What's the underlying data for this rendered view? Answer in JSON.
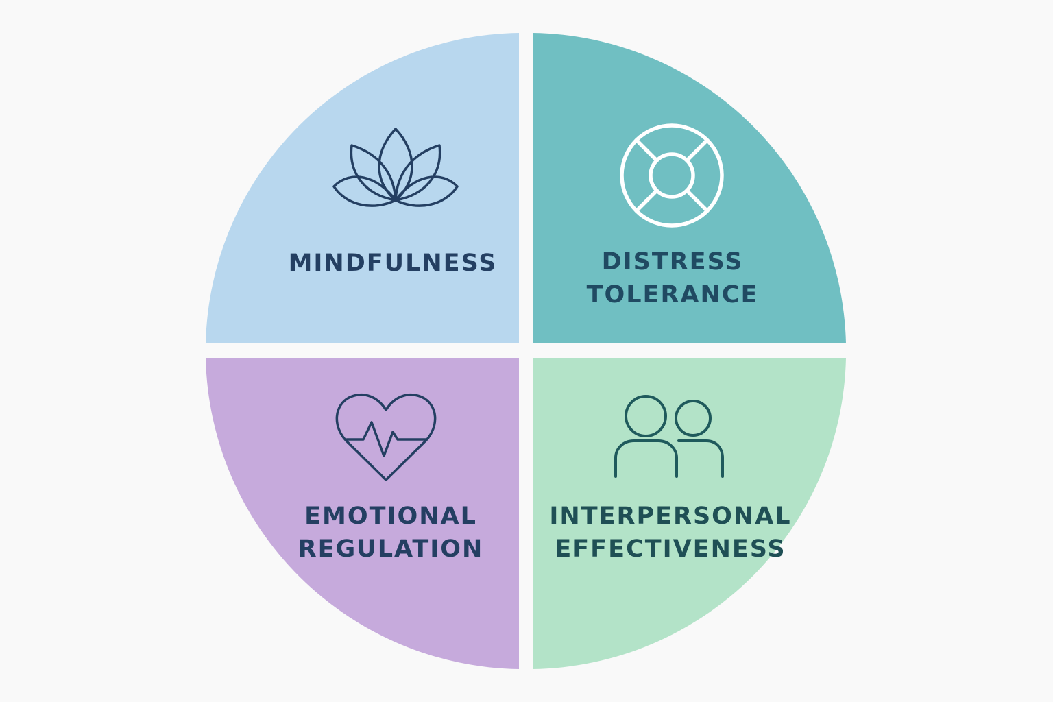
{
  "diagram": {
    "title": "",
    "background_color": "#f9f9f9",
    "quadrants": [
      {
        "id": "mindfulness",
        "position": "top-left",
        "label_lines": [
          "MINDFULNESS"
        ],
        "icon": "lotus-icon",
        "fill_color": "#b8d7ee",
        "text_color": "#243f62",
        "icon_color": "#243f62"
      },
      {
        "id": "distress-tolerance",
        "position": "top-right",
        "label_lines": [
          "DISTRESS",
          "TOLERANCE"
        ],
        "icon": "lifebuoy-icon",
        "fill_color": "#70bfc2",
        "text_color": "#204a62",
        "icon_color": "#ffffff"
      },
      {
        "id": "emotional-regulation",
        "position": "bottom-left",
        "label_lines": [
          "EMOTIONAL",
          "REGULATION"
        ],
        "icon": "heart-pulse-icon",
        "fill_color": "#c6aadc",
        "text_color": "#243f62",
        "icon_color": "#243f62"
      },
      {
        "id": "interpersonal-effectiveness",
        "position": "bottom-right",
        "label_lines": [
          "INTERPERSONAL",
          "EFFECTIVENESS"
        ],
        "icon": "two-people-icon",
        "fill_color": "#b3e3c8",
        "text_color": "#1f4f55",
        "icon_color": "#1f5a5c"
      }
    ]
  }
}
